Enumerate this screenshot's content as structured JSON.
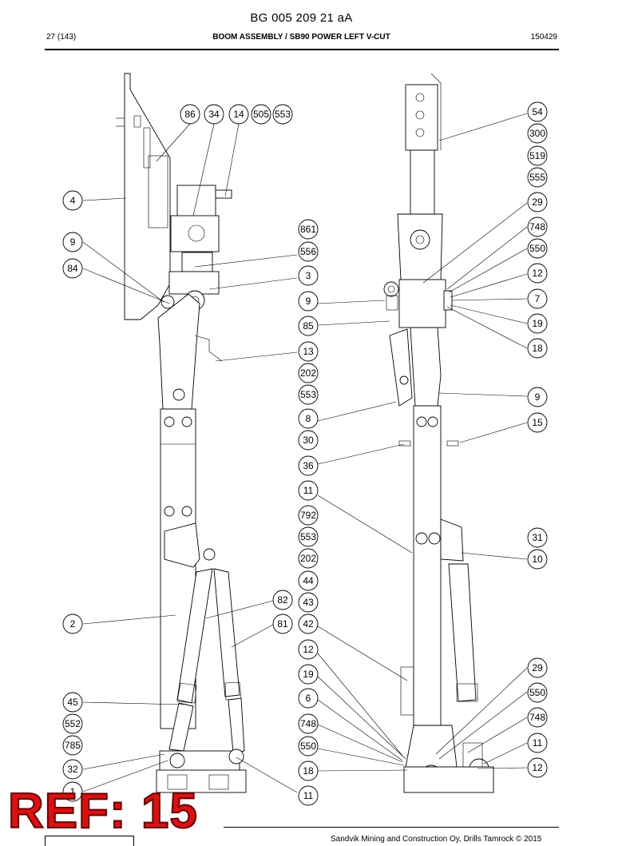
{
  "header": {
    "doc_id": "BG 005 209 21 aA",
    "page": "27 (143)",
    "section": "BOOM ASSEMBLY / SB90 POWER LEFT V-CUT",
    "date": "150429"
  },
  "footer": {
    "copyright": "Sandvik Mining and Construction Oy, Drills Tamrock © 2015"
  },
  "stamp": {
    "label": "REF: 15",
    "color": "#dd1010"
  },
  "callouts": {
    "left_view": [
      {
        "n": "86"
      },
      {
        "n": "34"
      },
      {
        "n": "14"
      },
      {
        "n": "505"
      },
      {
        "n": "553"
      },
      {
        "n": "4"
      },
      {
        "n": "9"
      },
      {
        "n": "84"
      },
      {
        "n": "82"
      },
      {
        "n": "2"
      },
      {
        "n": "81"
      },
      {
        "n": "45"
      },
      {
        "n": "552"
      },
      {
        "n": "785"
      },
      {
        "n": "32"
      },
      {
        "n": "1"
      }
    ],
    "middle_column": [
      {
        "n": "861"
      },
      {
        "n": "556"
      },
      {
        "n": "3"
      },
      {
        "n": "9"
      },
      {
        "n": "85"
      },
      {
        "n": "13"
      },
      {
        "n": "202"
      },
      {
        "n": "553"
      },
      {
        "n": "8"
      },
      {
        "n": "30"
      },
      {
        "n": "36"
      },
      {
        "n": "11"
      },
      {
        "n": "792"
      },
      {
        "n": "553"
      },
      {
        "n": "202"
      },
      {
        "n": "44"
      },
      {
        "n": "43"
      },
      {
        "n": "42"
      },
      {
        "n": "12"
      },
      {
        "n": "19"
      },
      {
        "n": "6"
      },
      {
        "n": "748"
      },
      {
        "n": "550"
      },
      {
        "n": "18"
      },
      {
        "n": "11"
      }
    ],
    "right_column": [
      {
        "n": "54"
      },
      {
        "n": "300"
      },
      {
        "n": "519"
      },
      {
        "n": "555"
      },
      {
        "n": "29"
      },
      {
        "n": "748"
      },
      {
        "n": "550"
      },
      {
        "n": "12"
      },
      {
        "n": "7"
      },
      {
        "n": "19"
      },
      {
        "n": "18"
      },
      {
        "n": "9"
      },
      {
        "n": "15"
      },
      {
        "n": "31"
      },
      {
        "n": "10"
      },
      {
        "n": "29"
      },
      {
        "n": "550"
      },
      {
        "n": "748"
      },
      {
        "n": "11"
      },
      {
        "n": "12"
      }
    ]
  }
}
